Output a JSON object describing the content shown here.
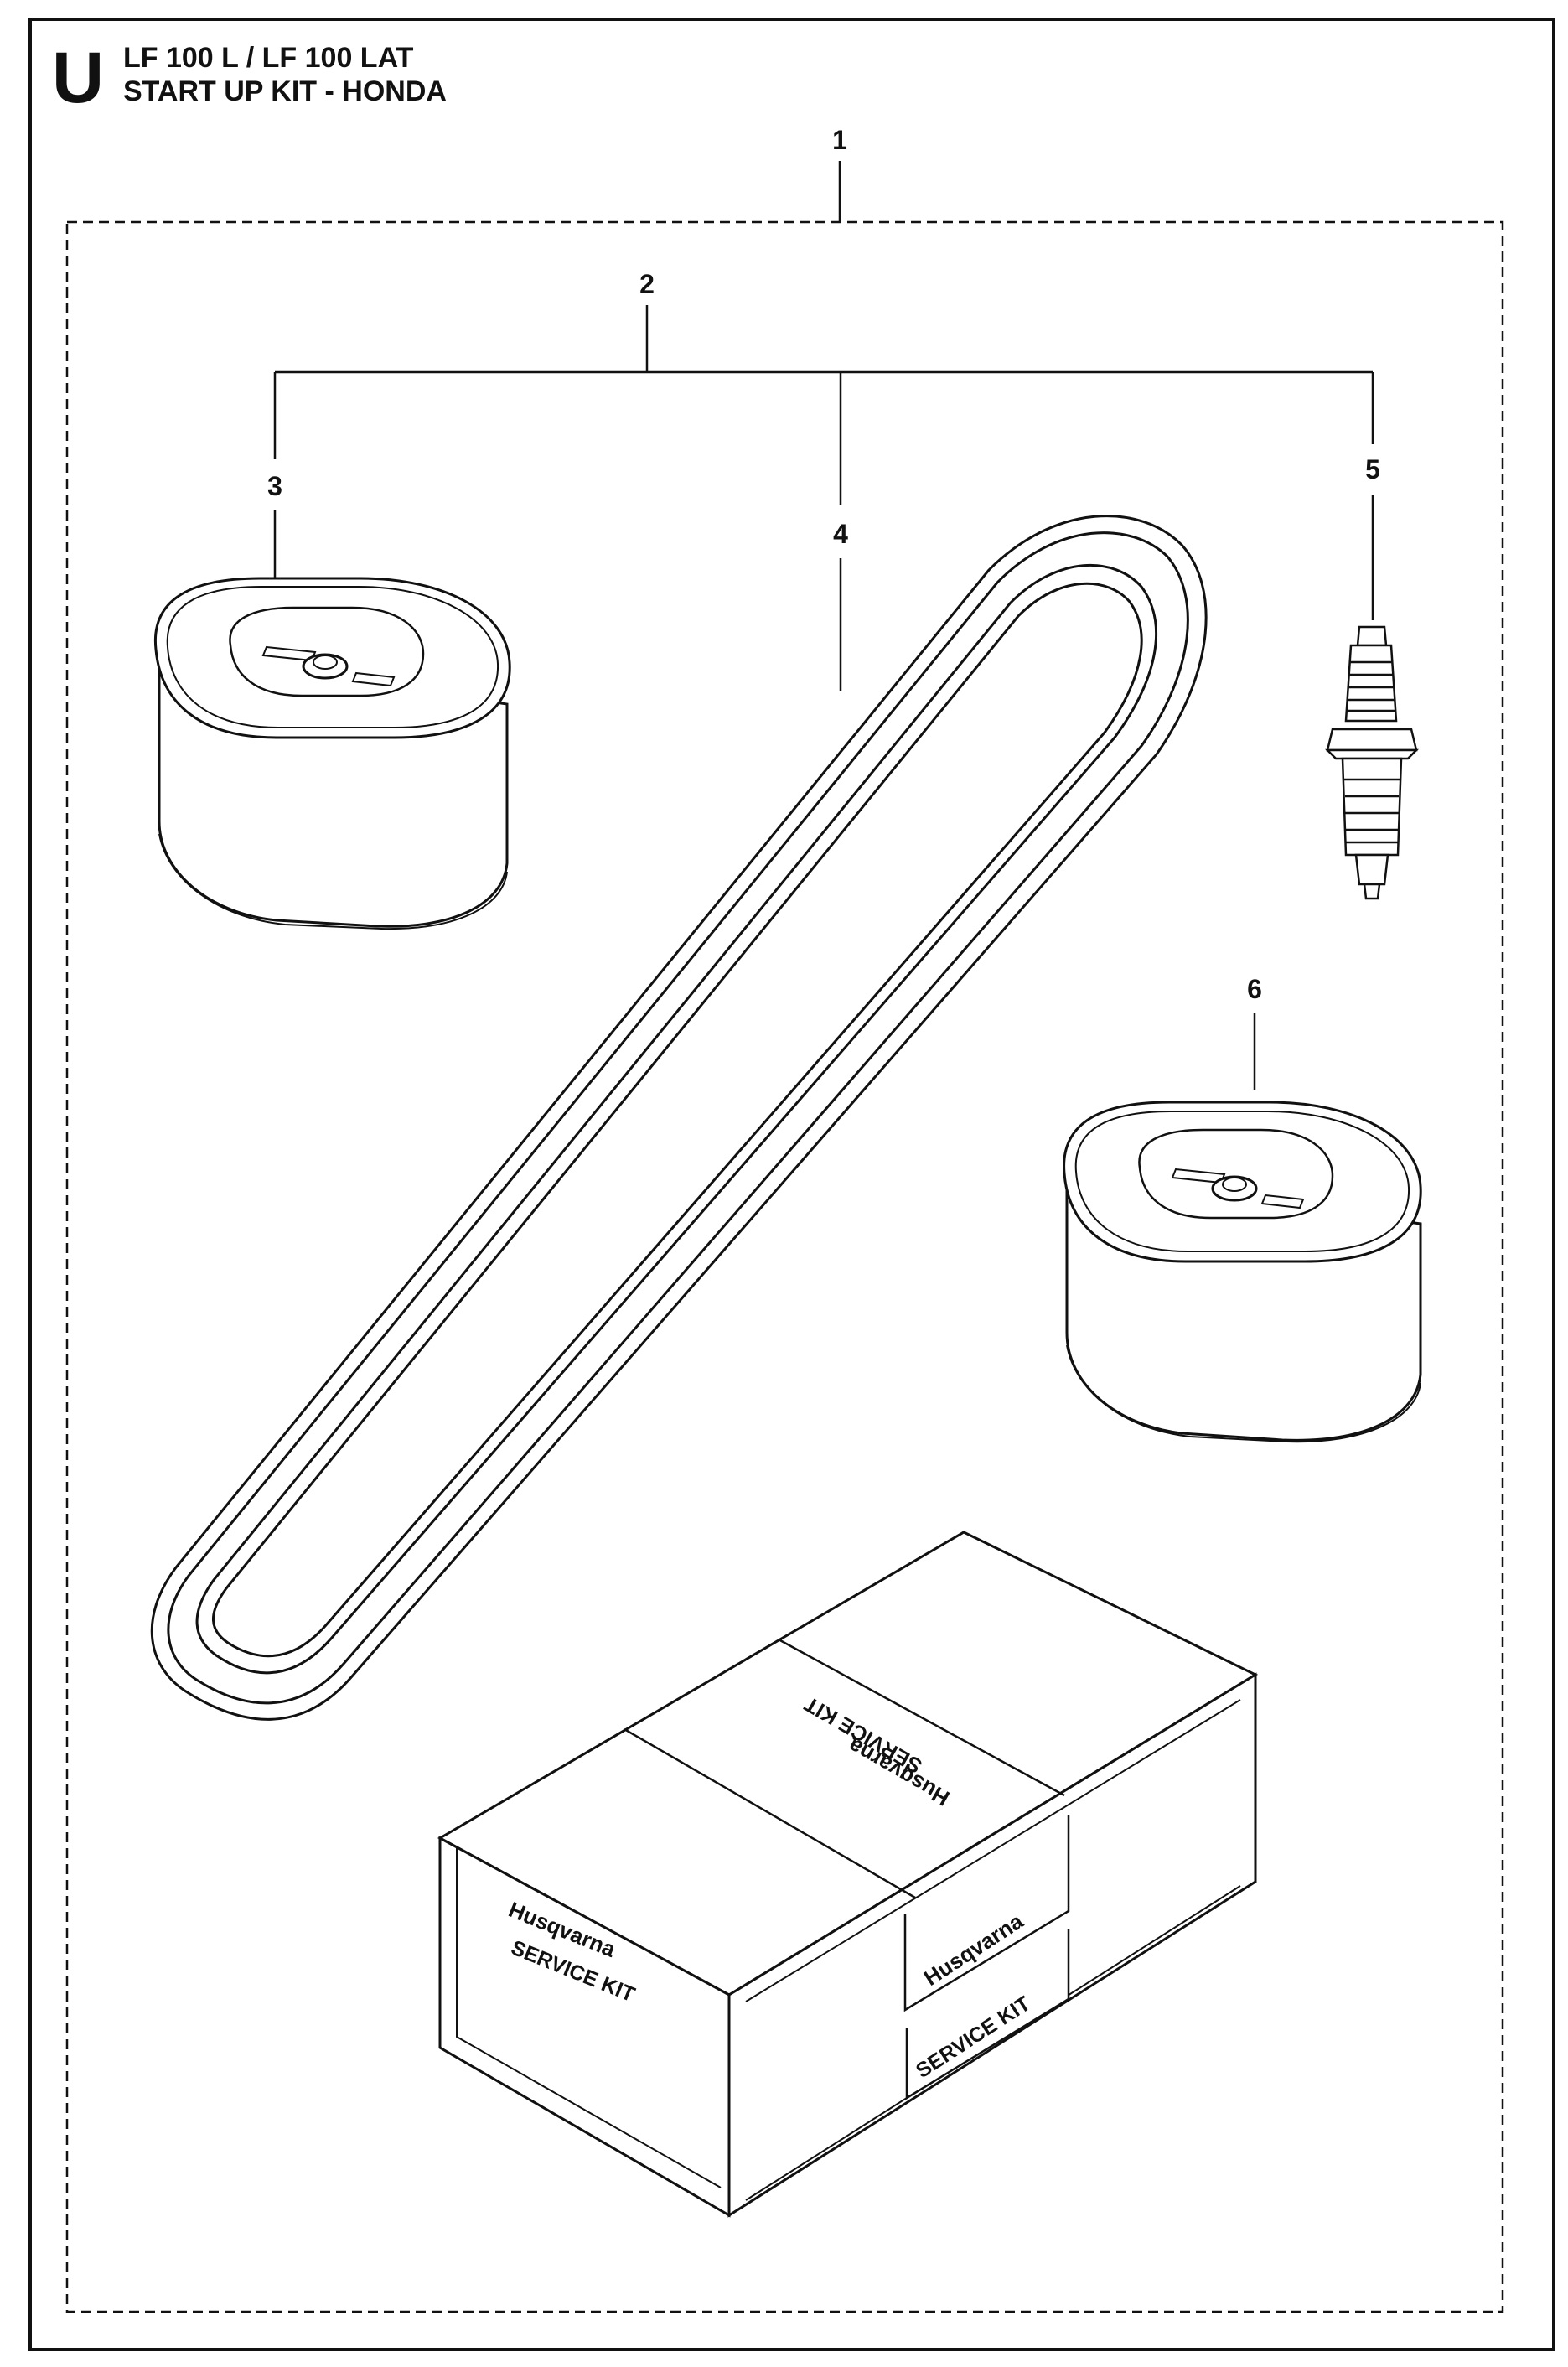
{
  "header": {
    "section_letter": "U",
    "title_line1": "LF 100 L / LF 100 LAT",
    "title_line2": "START UP KIT - HONDA"
  },
  "callouts": {
    "c1": "1",
    "c2": "2",
    "c3": "3",
    "c4": "4",
    "c5": "5",
    "c6": "6"
  },
  "kit_box": {
    "brand": "Husqvarna",
    "label": "SERVICE KIT"
  },
  "icons": [
    "air-filter-icon",
    "drive-belt-icon",
    "spark-plug-icon",
    "service-kit-box-icon"
  ],
  "colors": {
    "line": "#111111",
    "background": "#ffffff"
  }
}
